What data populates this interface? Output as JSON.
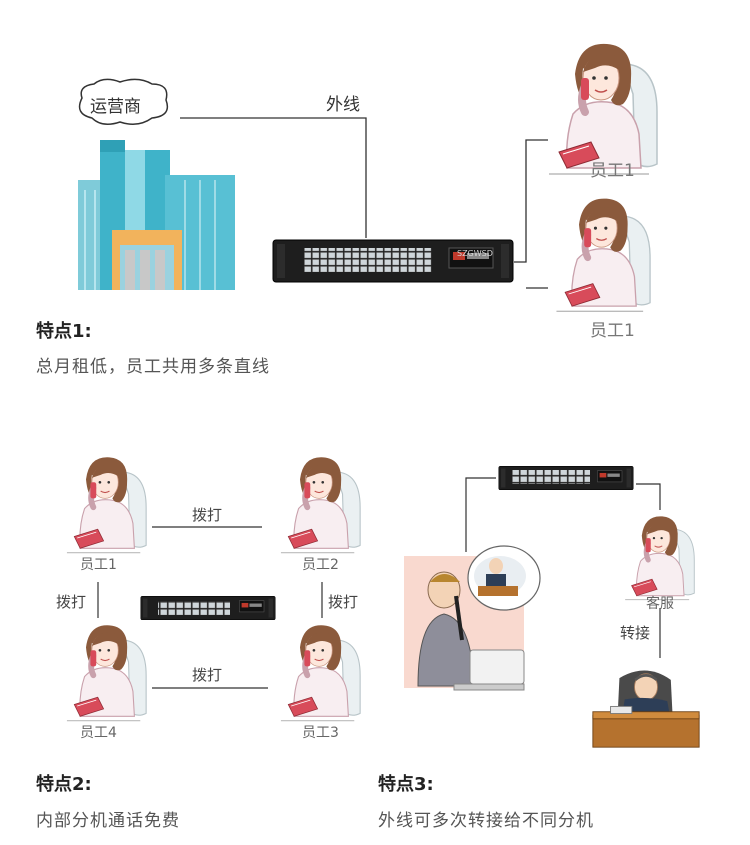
{
  "section1": {
    "carrier_label": "运营商",
    "line_label": "外线",
    "device_brand": "SZGWSD",
    "employee_top": "员工1",
    "employee_bottom": "员工1",
    "feature_title": "特点1:",
    "feature_desc": "总月租低，员工共用多条直线"
  },
  "section2": {
    "call_top": "拨打",
    "call_left": "拨打",
    "call_right": "拨打",
    "call_bottom": "拨打",
    "emp1": "员工1",
    "emp2": "员工2",
    "emp3": "员工3",
    "emp4": "员工4",
    "feature_title": "特点2:",
    "feature_desc": "内部分机通话免费"
  },
  "section3": {
    "service_label": "客服",
    "transfer_label": "转接",
    "feature_title": "特点3:",
    "feature_desc": "外线可多次转接给不同分机"
  },
  "colors": {
    "building_main": "#3fb3c9",
    "building_light": "#8fd9e6",
    "device_body": "#1e1e1e",
    "phone_red": "#d84b5a",
    "line": "#333333"
  }
}
